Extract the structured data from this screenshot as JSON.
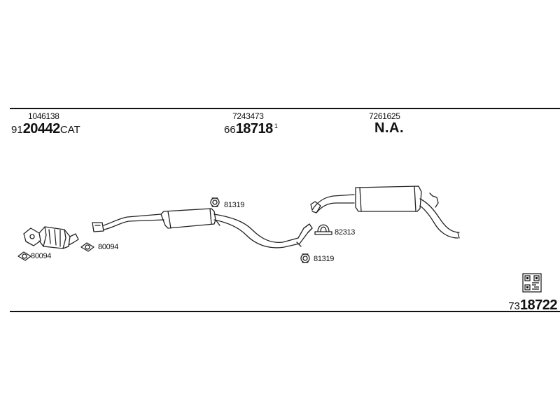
{
  "header": {
    "col1": {
      "ref": "1046138",
      "prefix": "91",
      "code": "20442",
      "suffix": "CAT"
    },
    "col2": {
      "ref": "7243473",
      "prefix": "66",
      "code": "18718",
      "sup": "1"
    },
    "col3": {
      "ref": "7261625",
      "code": "N.A."
    }
  },
  "parts": {
    "clamp_81319_top": "81319",
    "clamp_81319_bottom": "81319",
    "clamp_82313": "82313",
    "gasket_80094_left": "80094",
    "gasket_80094_right": "80094"
  },
  "footer": {
    "prefix": "73",
    "code": "18722"
  }
}
